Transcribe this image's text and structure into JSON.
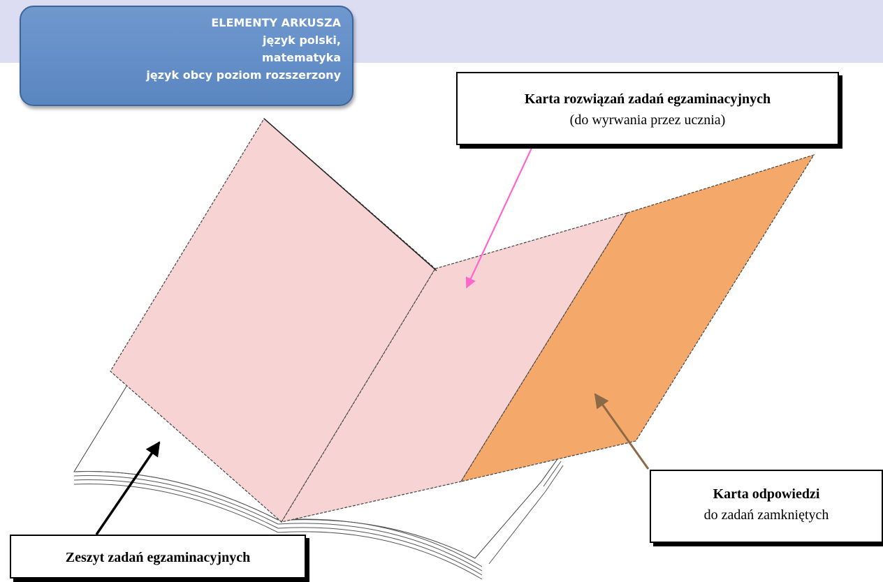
{
  "header": {
    "title": "ELEMENTY ARKUSZA",
    "lines": [
      "język polski,",
      "matematyka",
      "język obcy poziom rozszerzony"
    ]
  },
  "labels": {
    "karta_rozwiazan": {
      "title": "Karta rozwiązań zadań egzaminacyjnych",
      "subtitle": "(do wyrwania przez ucznia)"
    },
    "karta_odpowiedzi": {
      "title": "Karta odpowiedzi",
      "subtitle": "do zadań zamkniętych"
    },
    "zeszyt": {
      "title": "Zeszyt zadań egzaminacyjnych"
    }
  },
  "colors": {
    "header_band": "#dcdcf2",
    "title_box": "#5a86c0",
    "pink_sheet": "#f7d3d4",
    "orange_sheet": "#f4a96b",
    "arrow_pink": "#ff66cc",
    "arrow_brown": "#8b6a45",
    "arrow_black": "#000000"
  }
}
